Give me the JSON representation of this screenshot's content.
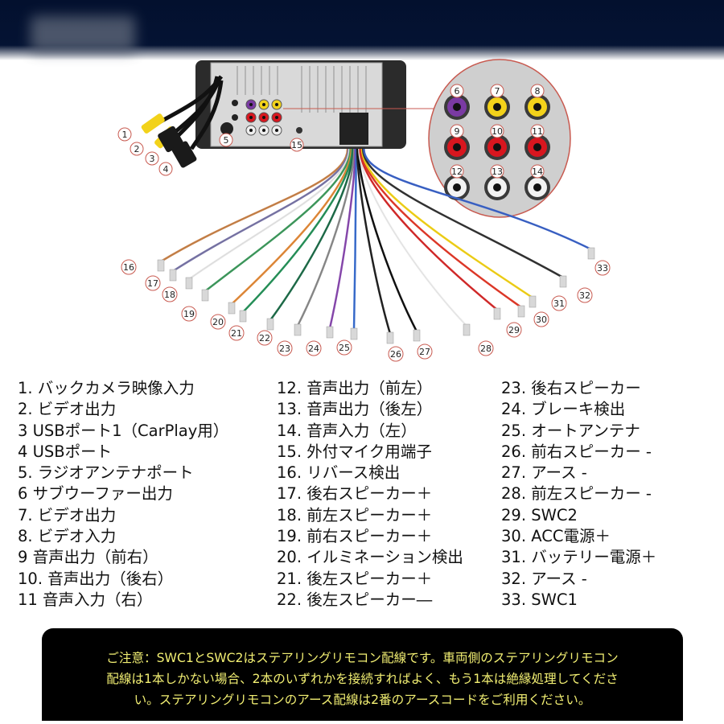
{
  "callouts_unit": [
    "1",
    "2",
    "3",
    "4",
    "5",
    "15"
  ],
  "callouts_zoom": [
    "6",
    "7",
    "8",
    "9",
    "10",
    "11",
    "12",
    "13",
    "14"
  ],
  "zoom_jack_colors": [
    "#7a3aa3",
    "#f3d21a",
    "#f3d21a",
    "#d8161f",
    "#d8161f",
    "#d8161f",
    "#f2f2f2",
    "#f2f2f2",
    "#f2f2f2"
  ],
  "wires": [
    {
      "num": "16",
      "color": "#c9834a"
    },
    {
      "num": "17",
      "color": "#7a76a8"
    },
    {
      "num": "18",
      "color": "#e8e8e8"
    },
    {
      "num": "19",
      "color": "#3f9a5e"
    },
    {
      "num": "20",
      "color": "#e28a3a"
    },
    {
      "num": "21",
      "color": "#27925a"
    },
    {
      "num": "22",
      "color": "#1f6d4a"
    },
    {
      "num": "23",
      "color": "#8c8c8c"
    },
    {
      "num": "24",
      "color": "#8a4ab0"
    },
    {
      "num": "25",
      "color": "#3a6ed0"
    },
    {
      "num": "26",
      "color": "#222222"
    },
    {
      "num": "27",
      "color": "#111111"
    },
    {
      "num": "28",
      "color": "#eeeeee"
    },
    {
      "num": "29",
      "color": "#d52b2b"
    },
    {
      "num": "30",
      "color": "#e23a2a"
    },
    {
      "num": "31",
      "color": "#f2d21a"
    },
    {
      "num": "32",
      "color": "#333333"
    },
    {
      "num": "33",
      "color": "#3b63c8"
    }
  ],
  "legend": {
    "col1": [
      "1. バックカメラ映像入力",
      "2. ビデオ出力",
      "3 USBポート1（CarPlay用）",
      "4 USBポート",
      "5. ラジオアンテナポート",
      "6 サブウーファー出力",
      "7. ビデオ出力",
      "8. ビデオ入力",
      "9 音声出力（前右）",
      "10. 音声出力（後右）",
      "11 音声入力（右）"
    ],
    "col2": [
      "12. 音声出力（前左）",
      "13. 音声出力（後左）",
      "14. 音声入力（左）",
      "15. 外付マイク用端子",
      "16. リバース検出",
      "17. 後右スピーカー＋",
      "18. 前左スピーカー＋",
      "19. 前右スピーカー＋",
      "20. イルミネーション検出",
      "21. 後左スピーカー＋",
      "22. 後左スピーカー―"
    ],
    "col3": [
      "23. 後右スピーカー",
      "24. ブレーキ検出",
      "25. オートアンテナ",
      "26. 前右スピーカー -",
      "27. アース -",
      "28. 前左スピーカー -",
      "29. SWC2",
      "30. ACC電源＋",
      "31. バッテリー電源＋",
      "32. アース -",
      "33. SWC1"
    ]
  },
  "notice": {
    "lines": [
      "ご注意：SWC1とSWC2はステアリングリモコン配線です。車両側のステアリングリモコン",
      "配線は1本しかない場合、2本のいずれかを接続すればよく、もう1本は絶縁処理してくださ",
      "い。ステアリングリモコンのアース配線は2番のアースコードをご利用ください。"
    ]
  },
  "colors": {
    "banner": "#041333",
    "notice_bg": "#000000",
    "notice_text": "#f1ee72",
    "callout_ring": "#c85a50"
  }
}
